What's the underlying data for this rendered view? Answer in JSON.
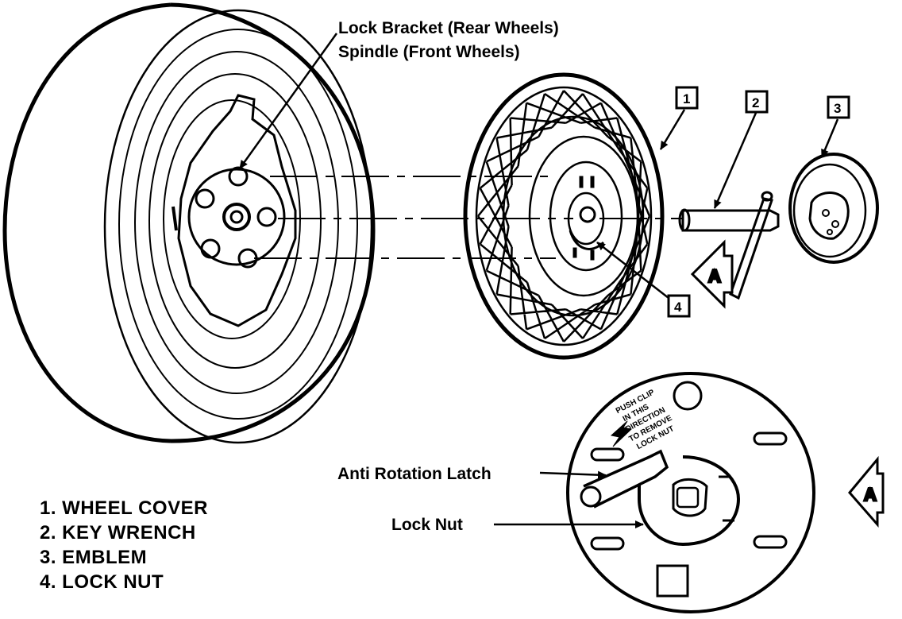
{
  "labels": {
    "lock_bracket": "Lock Bracket (Rear Wheels)",
    "spindle": "Spindle (Front Wheels)",
    "anti_rotation_latch": "Anti Rotation Latch",
    "lock_nut": "Lock Nut"
  },
  "callouts": [
    "1",
    "2",
    "3",
    "4"
  ],
  "view_marker": "A",
  "legend": [
    "1. WHEEL COVER",
    "2. KEY WRENCH",
    "3. EMBLEM",
    "4. LOCK NUT"
  ],
  "clip_note": [
    "PUSH CLIP",
    "IN THIS",
    "DIRECTION",
    "TO REMOVE",
    "LOCK NUT"
  ]
}
